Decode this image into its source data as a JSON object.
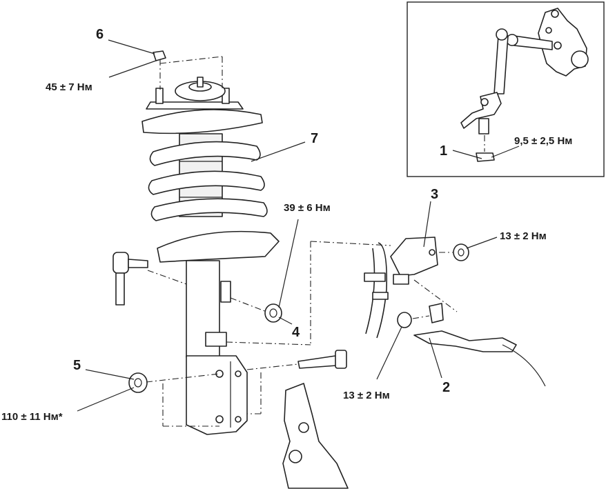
{
  "callouts": {
    "part_1": "1",
    "part_2": "2",
    "part_3": "3",
    "part_4": "4",
    "part_5": "5",
    "part_6": "6",
    "part_7": "7"
  },
  "torques": {
    "part_6": "45 ± 7 Нм",
    "part_1": "9,5 ± 2,5 Нм",
    "part_4": "39 ± 6 Нм",
    "bracket_nut": "13 ± 2 Нм",
    "part_2": "13 ± 2 Нм",
    "part_5": "110 ± 11 Нм*"
  },
  "colors": {
    "ink": "#1a1a1a",
    "paper": "#ffffff"
  }
}
